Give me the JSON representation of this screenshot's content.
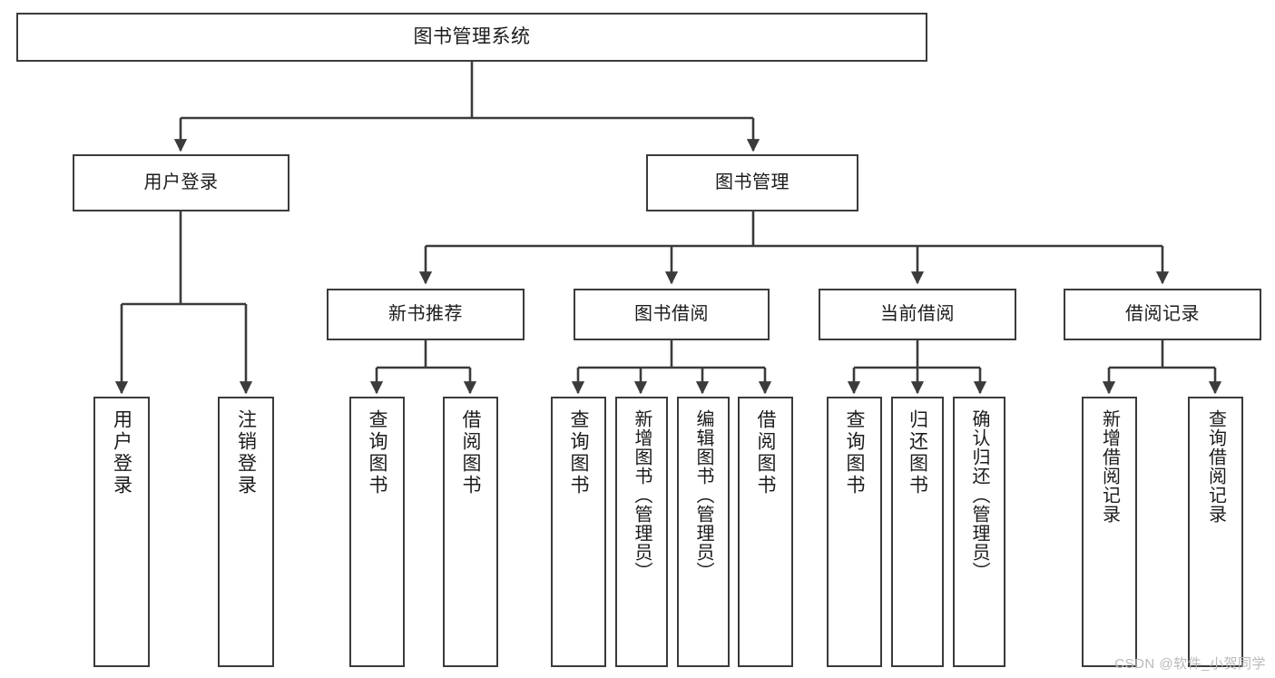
{
  "diagram": {
    "title": "图书管理系统",
    "watermark": "CSDN @软件_小贺同学",
    "colors": {
      "background": "#ffffff",
      "box_fill": "#ffffff",
      "box_stroke": "#3b3b3b",
      "connector": "#3b3b3b",
      "text": "#1b1b1b",
      "watermark": "#b9b9b9"
    },
    "root": {
      "label": "图书管理系统"
    },
    "level1": [
      {
        "label": "用户登录"
      },
      {
        "label": "图书管理"
      }
    ],
    "level2": [
      {
        "label": "新书推荐"
      },
      {
        "label": "图书借阅"
      },
      {
        "label": "当前借阅"
      },
      {
        "label": "借阅记录"
      }
    ],
    "leaves": {
      "user_login": [
        {
          "label": "用户登录"
        },
        {
          "label": "注销登录"
        }
      ],
      "new_book_recommend": [
        {
          "label": "查询图书"
        },
        {
          "label": "借阅图书"
        }
      ],
      "book_borrow": [
        {
          "label": "查询图书"
        },
        {
          "label": "新增图书（管理员）"
        },
        {
          "label": "编辑图书（管理员）"
        },
        {
          "label": "借阅图书"
        }
      ],
      "current_borrow": [
        {
          "label": "查询图书"
        },
        {
          "label": "归还图书"
        },
        {
          "label": "确认归还（管理员）"
        }
      ],
      "borrow_records": [
        {
          "label": "新增借阅记录"
        },
        {
          "label": "查询借阅记录"
        }
      ]
    }
  }
}
